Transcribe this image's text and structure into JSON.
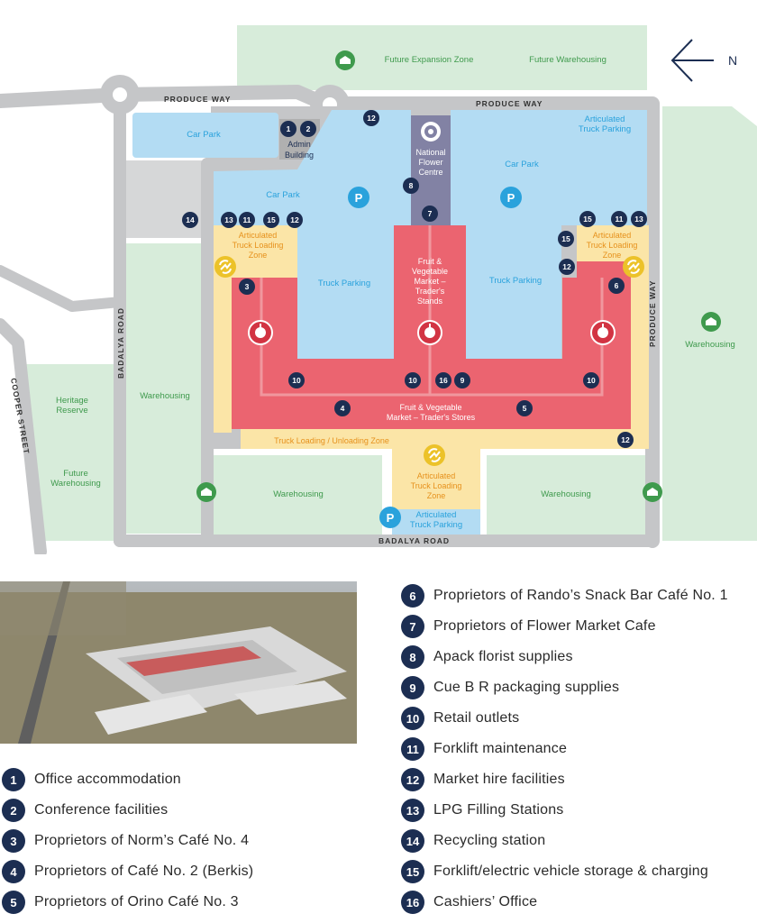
{
  "colors": {
    "road": "#c5c6c8",
    "green_zone": "#d7ecda",
    "blue_zone": "#b3dcf3",
    "yellow_zone": "#fbe5a7",
    "red_market": "#eb6470",
    "purple": "#8282a4",
    "navy": "#1c2e52",
    "green_text": "#3f9a4d",
    "blue_text": "#2aa2dc",
    "orange_text": "#e6911c",
    "parking_icon": "#2aa2dc",
    "truck_icon": "#ecc229",
    "fruit_icon": "#d23443"
  },
  "map": {
    "compass": "N",
    "roads": {
      "produce_way_top_left": "PRODUCE WAY",
      "produce_way_top_right": "PRODUCE WAY",
      "produce_way_right": "PRODUCE WAY",
      "badalya_road_left": "BADALYA ROAD",
      "badalya_road_bottom": "BADALYA ROAD",
      "cooper_street": "COOPER STREET"
    },
    "zones": {
      "future_expansion": "Future Expansion Zone",
      "future_warehousing_top": "Future Warehousing",
      "warehousing_right": "Warehousing",
      "warehousing_left": "Warehousing",
      "heritage_reserve": [
        "Heritage",
        "Reserve"
      ],
      "future_warehousing_left": [
        "Future",
        "Warehousing"
      ],
      "warehousing_bottom_left": "Warehousing",
      "warehousing_bottom_right": "Warehousing",
      "car_park_top_left": "Car Park",
      "car_park_mid": "Car Park",
      "car_park_right": "Car Park",
      "articulated_parking_top": [
        "Articulated",
        "Truck Parking"
      ],
      "articulated_parking_bottom": [
        "Articulated",
        "Truck Parking"
      ],
      "admin_building": [
        "Admin",
        "Building"
      ],
      "national_flower_centre": [
        "National",
        "Flower",
        "Centre"
      ],
      "truck_parking_left": "Truck Parking",
      "truck_parking_right": "Truck Parking",
      "loading_left": [
        "Articulated",
        "Truck Loading",
        "Zone"
      ],
      "loading_right": [
        "Articulated",
        "Truck Loading",
        "Zone"
      ],
      "loading_bottom": [
        "Articulated",
        "Truck Loading",
        "Zone"
      ],
      "market_stands": [
        "Fruit &",
        "Vegetable",
        "Market –",
        "Trader's",
        "Stands"
      ],
      "market_stores": [
        "Fruit & Vegetable",
        "Market – Trader's Stores"
      ],
      "truck_loading_unloading": "Truck Loading / Unloading Zone"
    },
    "markers": [
      "1",
      "2",
      "12",
      "8",
      "7",
      "14",
      "13",
      "11",
      "15",
      "12",
      "15",
      "11",
      "13",
      "15",
      "12",
      "3",
      "6",
      "10",
      "10",
      "16",
      "9",
      "10",
      "4",
      "5",
      "12"
    ]
  },
  "legend": [
    {
      "num": "1",
      "label": "Office accommodation"
    },
    {
      "num": "2",
      "label": "Conference facilities"
    },
    {
      "num": "3",
      "label": "Proprietors of Norm’s Café No. 4"
    },
    {
      "num": "4",
      "label": "Proprietors of Café No. 2 (Berkis)"
    },
    {
      "num": "5",
      "label": "Proprietors of Orino Café No. 3"
    },
    {
      "num": "6",
      "label": "Proprietors of Rando’s Snack Bar Café No. 1"
    },
    {
      "num": "7",
      "label": "Proprietors of Flower Market Cafe"
    },
    {
      "num": "8",
      "label": "Apack florist supplies"
    },
    {
      "num": "9",
      "label": "Cue B R packaging supplies"
    },
    {
      "num": "10",
      "label": "Retail outlets"
    },
    {
      "num": "11",
      "label": "Forklift maintenance"
    },
    {
      "num": "12",
      "label": "Market hire facilities"
    },
    {
      "num": "13",
      "label": "LPG Filling Stations"
    },
    {
      "num": "14",
      "label": "Recycling station"
    },
    {
      "num": "15",
      "label": "Forklift/electric vehicle storage & charging"
    },
    {
      "num": "16",
      "label": "Cashiers’ Office"
    }
  ]
}
